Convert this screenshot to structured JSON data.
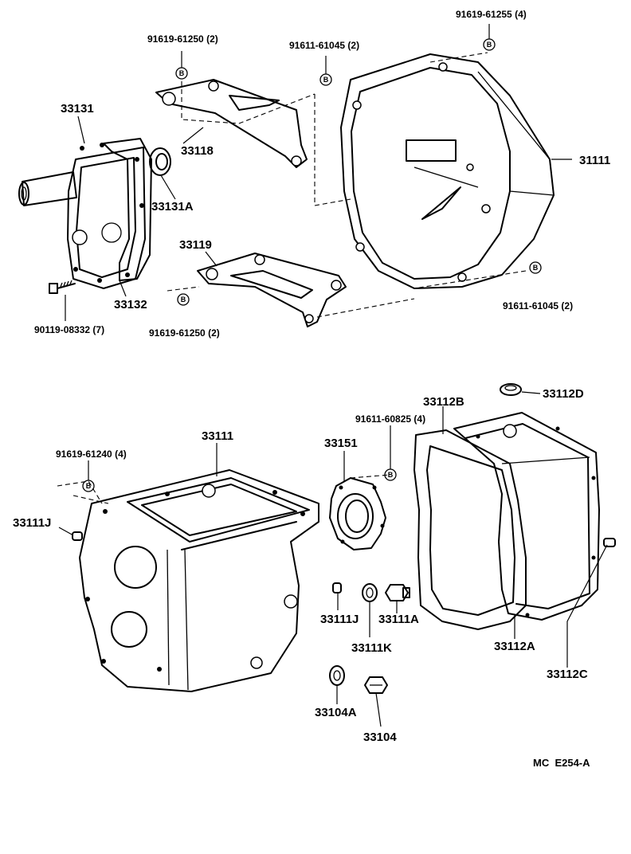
{
  "callouts": {
    "c33131": "33131",
    "c33131A": "33131A",
    "c33132": "33132",
    "c33118": "33118",
    "c33119": "33119",
    "c31111": "31111",
    "b_61250_top": "91619-61250 (2)",
    "b_61045_top": "91611-61045 (2)",
    "b_61255": "91619-61255 (4)",
    "b_61045_bot": "91611-61045 (2)",
    "b_61250_bot": "91619-61250 (2)",
    "b_08332": "90119-08332 (7)",
    "c33112B": "33112B",
    "c33112D": "33112D",
    "b_60825": "91611-60825 (4)",
    "c33151": "33151",
    "c33111_top": "33111",
    "b_61240": "91619-61240 (4)",
    "c33111J_left": "33111J",
    "c33111J": "33111J",
    "c33111A": "33111A",
    "c33111K": "33111K",
    "c33112A": "33112A",
    "c33112C": "33112C",
    "c33104A": "33104A",
    "c33104": "33104",
    "bolt_mark": "B"
  },
  "reference": {
    "code": "MC  E254-A"
  }
}
